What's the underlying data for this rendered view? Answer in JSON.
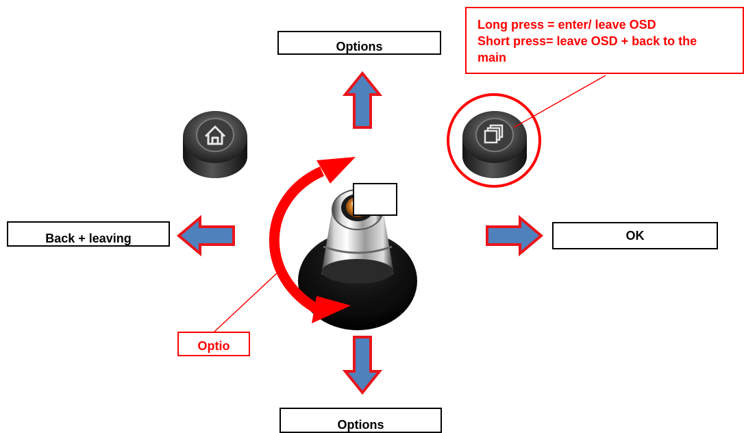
{
  "labels": {
    "top": "Options",
    "bottom": "Options",
    "left": "Back +  leaving",
    "right": "OK",
    "rotate_callout": "Optio"
  },
  "note": {
    "lines": [
      "Long press  = enter/ leave OSD",
      "Short press= leave OSD + back to the",
      "main"
    ]
  },
  "icons": {
    "home_button": "home-icon",
    "osd_button": "layers-icon",
    "joystick": "joystick-knob"
  },
  "colors": {
    "accent_red": "#ff0000",
    "arrow_fill": "#4f81bd",
    "arrow_stroke": "#e8151b"
  }
}
